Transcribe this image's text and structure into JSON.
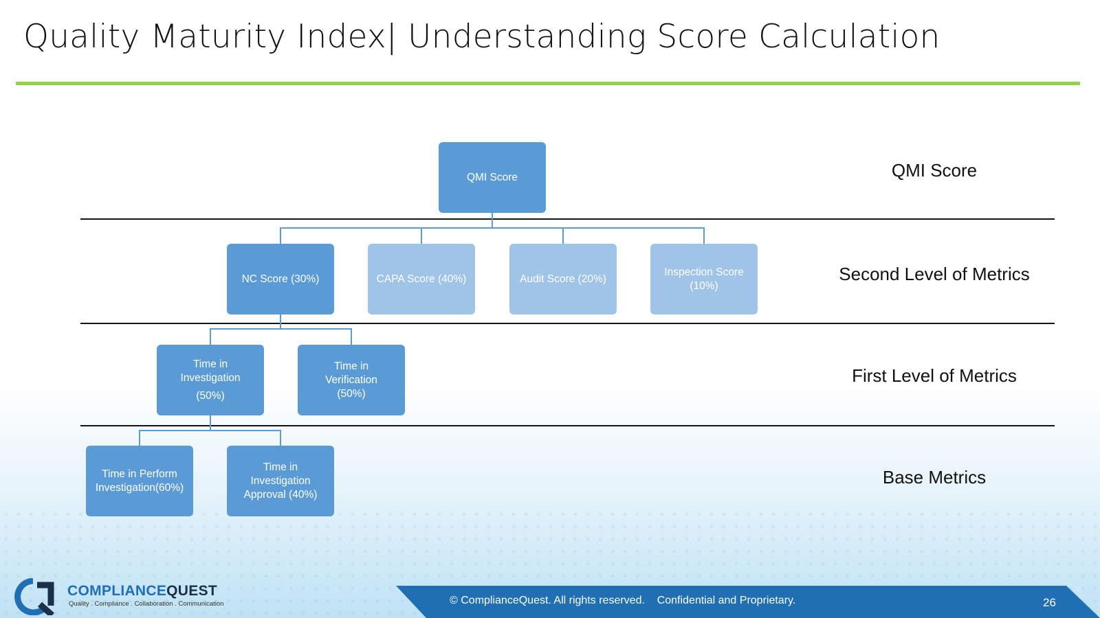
{
  "title": "Quality Maturity Index| Understanding Score Calculation",
  "boxes": {
    "qmi": "QMI Score",
    "nc": "NC Score (30%)",
    "capa": "CAPA Score (40%)",
    "audit": "Audit Score (20%)",
    "inspection": "Inspection Score (10%)",
    "time_investigation_l1": "Time in",
    "time_investigation_l2": "Investigation",
    "time_investigation_l3": "(50%)",
    "time_verification": "Time in Verification (50%)",
    "time_perform": "Time in Perform Investigation(60%)",
    "time_approval": "Time in Investigation Approval (40%)"
  },
  "levels": {
    "qmi": "QMI Score",
    "second": "Second  Level of Metrics",
    "first": "First Level of Metrics",
    "base": "Base Metrics"
  },
  "footer": {
    "copyright": "© ComplianceQuest. All rights reserved.    Confidential and Proprietary.",
    "page_number": "26"
  },
  "logo": {
    "name_part1": "COMPLIANCE",
    "name_part2": "QUEST",
    "tagline": "Quality . Compliance . Collaboration . Communication"
  },
  "colors": {
    "accent_rule": "#92d050",
    "box_dark": "#5b9bd5",
    "box_light": "#a0c4e8",
    "footer_band": "#1f6fb2"
  }
}
